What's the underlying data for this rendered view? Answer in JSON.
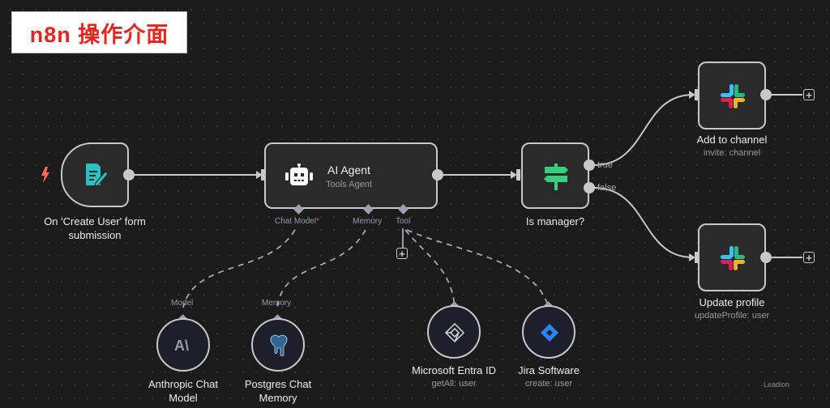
{
  "banner": {
    "title": "n8n 操作介面"
  },
  "watermark": "Leadion",
  "nodes": {
    "trigger": {
      "label_line1": "On 'Create User' form",
      "label_line2": "submission",
      "icon": "form-pencil-icon",
      "icon_color": "#2bc1c0"
    },
    "agent": {
      "title": "AI Agent",
      "subtitle": "Tools Agent",
      "icon": "robot-icon",
      "ports": {
        "chat_model": "Chat Model",
        "chat_model_required": "*",
        "memory": "Memory",
        "tool": "Tool"
      }
    },
    "if": {
      "label": "Is manager?",
      "icon": "signpost-icon",
      "icon_color": "#35d07a",
      "outputs": {
        "true": "true",
        "false": "false"
      }
    },
    "slack_add": {
      "label": "Add to channel",
      "sub": "invite: channel",
      "icon": "slack-icon"
    },
    "slack_update": {
      "label": "Update profile",
      "sub": "updateProfile: user",
      "icon": "slack-icon"
    },
    "anthropic": {
      "label_line1": "Anthropic Chat",
      "label_line2": "Model",
      "port": "Model",
      "icon": "anthropic-icon"
    },
    "postgres": {
      "label_line1": "Postgres Chat",
      "label_line2": "Memory",
      "port": "Memory",
      "icon": "postgres-icon"
    },
    "entra": {
      "label": "Microsoft Entra ID",
      "sub": "getAll: user",
      "icon": "entra-icon"
    },
    "jira": {
      "label": "Jira Software",
      "sub": "create: user",
      "icon": "jira-icon",
      "icon_color": "#2684ff"
    }
  },
  "colors": {
    "background": "#1b1b1b",
    "node_border": "#c7c7cc",
    "edge": "#c7c7cc",
    "banner_text": "#e5261f",
    "required": "#ff4d4d"
  }
}
